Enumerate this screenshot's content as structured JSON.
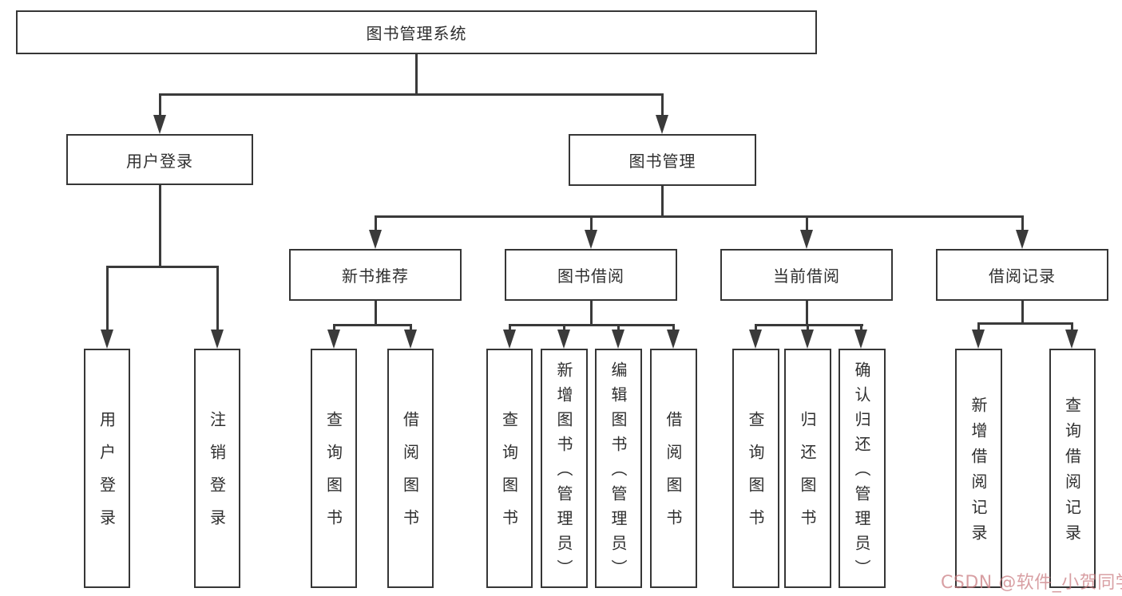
{
  "diagram": {
    "title": "图书管理系统",
    "watermark": "CSDN @软件_小贺同学",
    "colors": {
      "background": "#ffffff",
      "box_border": "#363636",
      "line": "#3a3a3a",
      "text": "#2f2f2f",
      "watermark": "#c97a80"
    },
    "tree": {
      "label": "图书管理系统",
      "children": [
        {
          "label": "用户登录",
          "children": [
            {
              "label": "用户登录"
            },
            {
              "label": "注销登录"
            }
          ]
        },
        {
          "label": "图书管理",
          "children": [
            {
              "label": "新书推荐",
              "children": [
                {
                  "label": "查询图书"
                },
                {
                  "label": "借阅图书"
                }
              ]
            },
            {
              "label": "图书借阅",
              "children": [
                {
                  "label": "查询图书"
                },
                {
                  "label": "新增图书（管理员）"
                },
                {
                  "label": "编辑图书（管理员）"
                },
                {
                  "label": "借阅图书"
                }
              ]
            },
            {
              "label": "当前借阅",
              "children": [
                {
                  "label": "查询图书"
                },
                {
                  "label": "归还图书"
                },
                {
                  "label": "确认归还（管理员）"
                }
              ]
            },
            {
              "label": "借阅记录",
              "children": [
                {
                  "label": "新增借阅记录"
                },
                {
                  "label": "查询借阅记录"
                }
              ]
            }
          ]
        }
      ]
    }
  }
}
